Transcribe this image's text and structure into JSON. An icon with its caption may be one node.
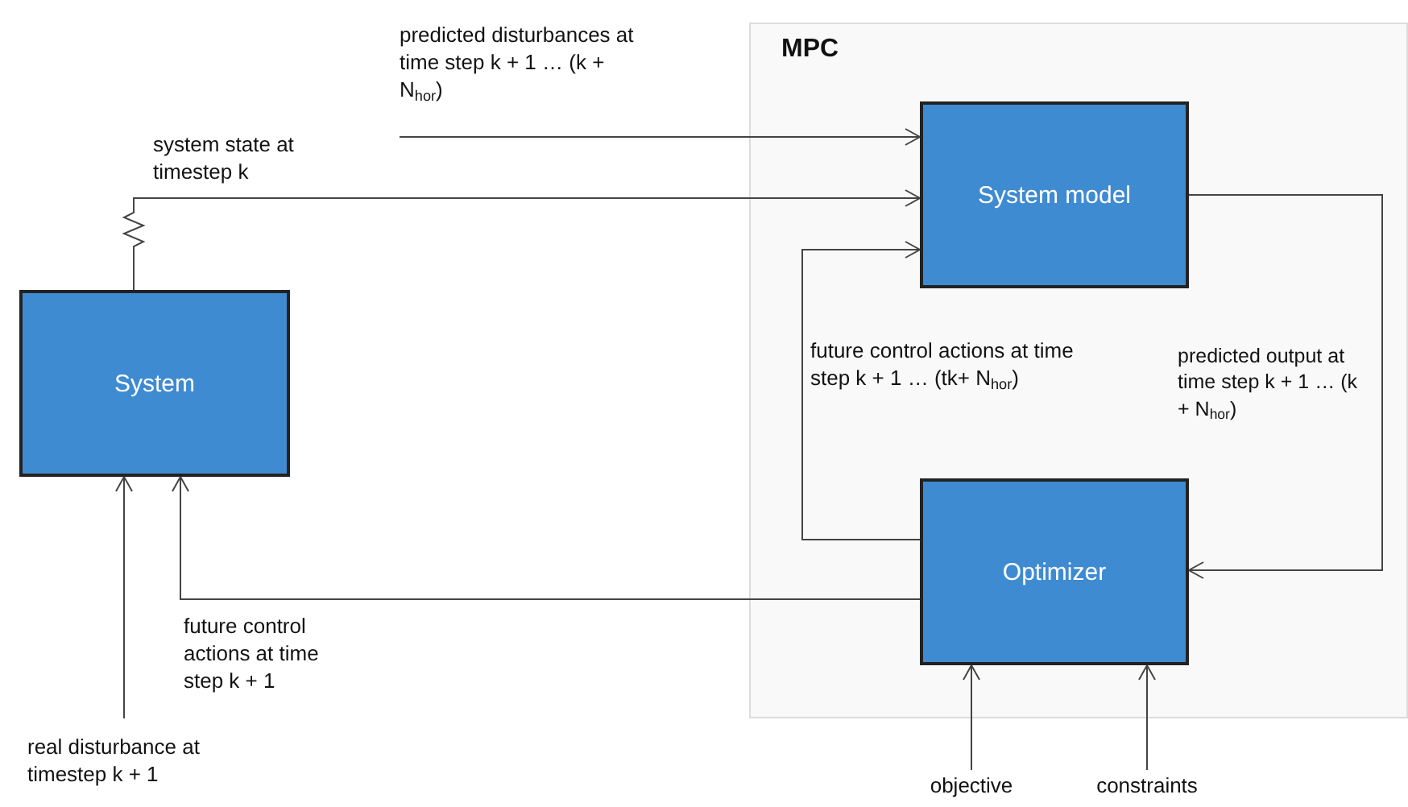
{
  "diagram": {
    "nodes": [
      {
        "text": [
          "MPC"
        ]
      },
      {
        "text": [
          "System model"
        ],
        "in": 0
      },
      {
        "text": [
          "Optimizer"
        ],
        "in": 0
      },
      {
        "text": [
          "System"
        ]
      },
      {
        "text": [
          "predicted disturbances at time step k + 1 … (k + N$_{hor}$)"
        ]
      },
      {
        "text": [
          "real disturbance at timestep k + 1"
        ]
      },
      {
        "text": [
          "objective"
        ]
      },
      {
        "text": [
          "constraints"
        ]
      }
    ],
    "edges": [
      {
        "from": 4,
        "to": 1,
        "arrow": "to"
      },
      {
        "from": 3,
        "to": 1,
        "arrow": "to",
        "label": "system state at timestep k"
      },
      {
        "from": 2,
        "to": 1,
        "arrow": "to",
        "label": "future control actions at time step k + 1 … (tk+ N$_{hor}$)"
      },
      {
        "from": 1,
        "to": 2,
        "arrow": "to",
        "label": "predicted output at time step k + 1 … (k + N$_{hor}$)"
      },
      {
        "from": 2,
        "to": 3,
        "arrow": "to",
        "label": "future control actions at time step k + 1"
      },
      {
        "from": 5,
        "to": 3,
        "arrow": "to"
      },
      {
        "from": 6,
        "to": 2,
        "arrow": "to"
      },
      {
        "from": 7,
        "to": 2,
        "arrow": "to"
      }
    ]
  }
}
